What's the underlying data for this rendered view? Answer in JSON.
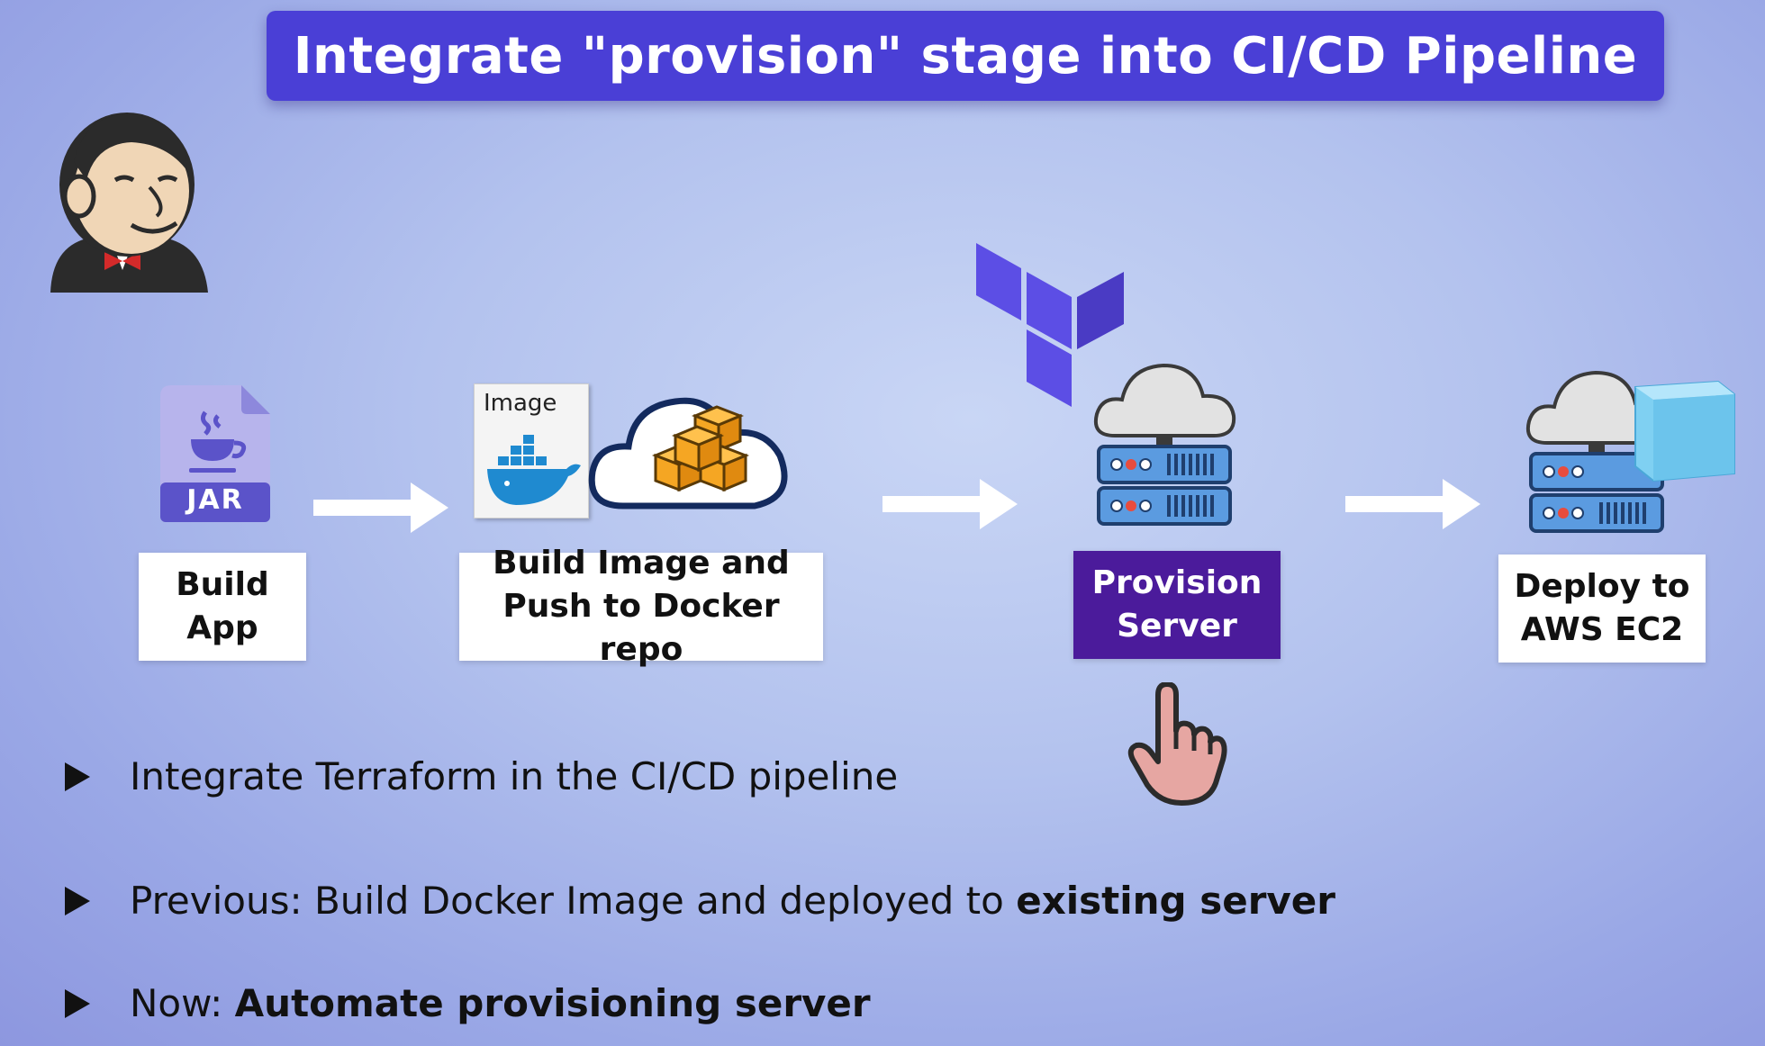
{
  "title": "Integrate \"provision\" stage into CI/CD Pipeline",
  "stages": [
    {
      "line1": "Build",
      "line2": "App",
      "icon": "jar-file-icon",
      "icon_text": "JAR"
    },
    {
      "line1": "Build Image and",
      "line2": "Push to Docker repo",
      "icon": "docker-image-icon",
      "icon_text": "Image"
    },
    {
      "line1": "Provision",
      "line2": "Server",
      "icon": "cloud-server-icon"
    },
    {
      "line1": "Deploy to",
      "line2": "AWS EC2",
      "icon": "cloud-server-ec2-icon"
    }
  ],
  "active_stage": "Provision Server",
  "bullets": [
    {
      "text": "Integrate Terraform in the CI/CD pipeline",
      "bold": ""
    },
    {
      "text": "Previous: Build Docker Image and deployed to ",
      "bold": "existing server"
    },
    {
      "text": "Now: ",
      "bold": "Automate provisioning server"
    }
  ],
  "colors": {
    "title_bar": "#4a3fd6",
    "active_stage": "#4b1b9b",
    "terraform": "#5c4ee5",
    "aws_orange": "#f5a623"
  }
}
